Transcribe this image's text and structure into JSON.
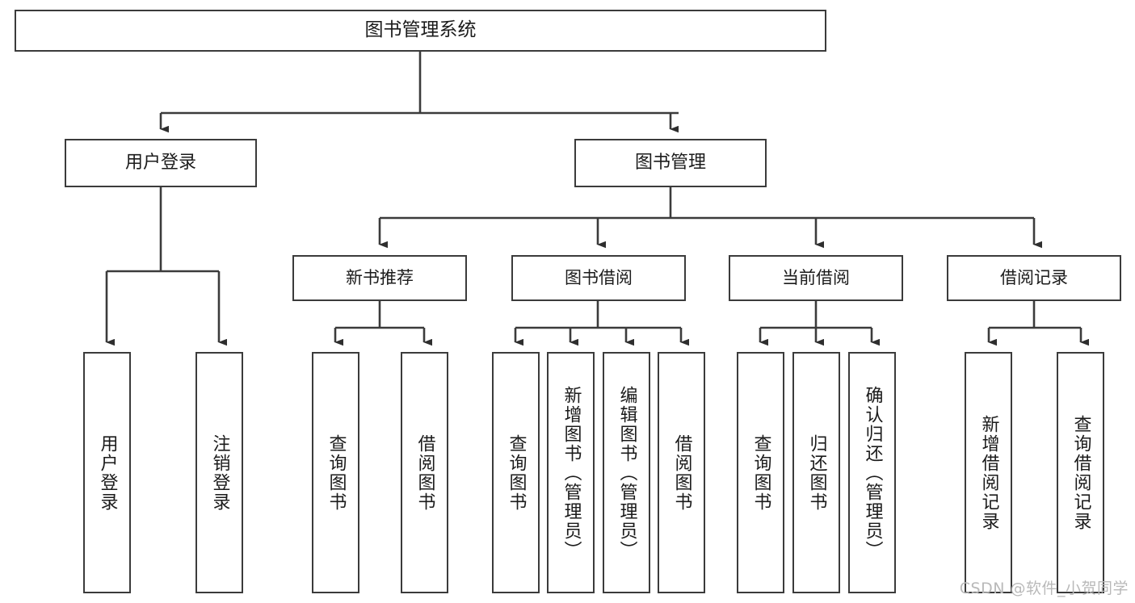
{
  "diagram": {
    "title": "图书管理系统",
    "type": "tree",
    "watermark": "CSDN @软件_小贺同学",
    "colors": {
      "stroke": "#3b3b3b",
      "fill": "#ffffff",
      "text": "#1b1b1b",
      "watermark": "#b9b9b9"
    },
    "levels": {
      "root": {
        "label": "图书管理系统"
      },
      "level2": [
        {
          "id": "user-login",
          "label": "用户登录"
        },
        {
          "id": "book-manage",
          "label": "图书管理"
        }
      ],
      "level3": [
        {
          "id": "new-book-recommend",
          "label": "新书推荐",
          "parent": "book-manage"
        },
        {
          "id": "book-borrow",
          "label": "图书借阅",
          "parent": "book-manage"
        },
        {
          "id": "current-borrow",
          "label": "当前借阅",
          "parent": "book-manage"
        },
        {
          "id": "borrow-record",
          "label": "借阅记录",
          "parent": "book-manage"
        }
      ],
      "leaves": [
        {
          "id": "leaf-user-login",
          "label": "用户登录",
          "parent": "user-login"
        },
        {
          "id": "leaf-logout-login",
          "label": "注销登录",
          "parent": "user-login"
        },
        {
          "id": "leaf-query-book-1",
          "label": "查询图书",
          "parent": "new-book-recommend"
        },
        {
          "id": "leaf-borrow-book-1",
          "label": "借阅图书",
          "parent": "new-book-recommend"
        },
        {
          "id": "leaf-query-book-2",
          "label": "查询图书",
          "parent": "book-borrow"
        },
        {
          "id": "leaf-add-book",
          "label": "新增图书（管理员）",
          "parent": "book-borrow"
        },
        {
          "id": "leaf-edit-book",
          "label": "编辑图书（管理员）",
          "parent": "book-borrow"
        },
        {
          "id": "leaf-borrow-book-2",
          "label": "借阅图书",
          "parent": "book-borrow"
        },
        {
          "id": "leaf-query-book-3",
          "label": "查询图书",
          "parent": "current-borrow"
        },
        {
          "id": "leaf-return-book",
          "label": "归还图书",
          "parent": "current-borrow"
        },
        {
          "id": "leaf-confirm-return",
          "label": "确认归还（管理员）",
          "parent": "current-borrow"
        },
        {
          "id": "leaf-add-record",
          "label": "新增借阅记录",
          "parent": "borrow-record"
        },
        {
          "id": "leaf-query-record",
          "label": "查询借阅记录",
          "parent": "borrow-record"
        }
      ]
    }
  }
}
